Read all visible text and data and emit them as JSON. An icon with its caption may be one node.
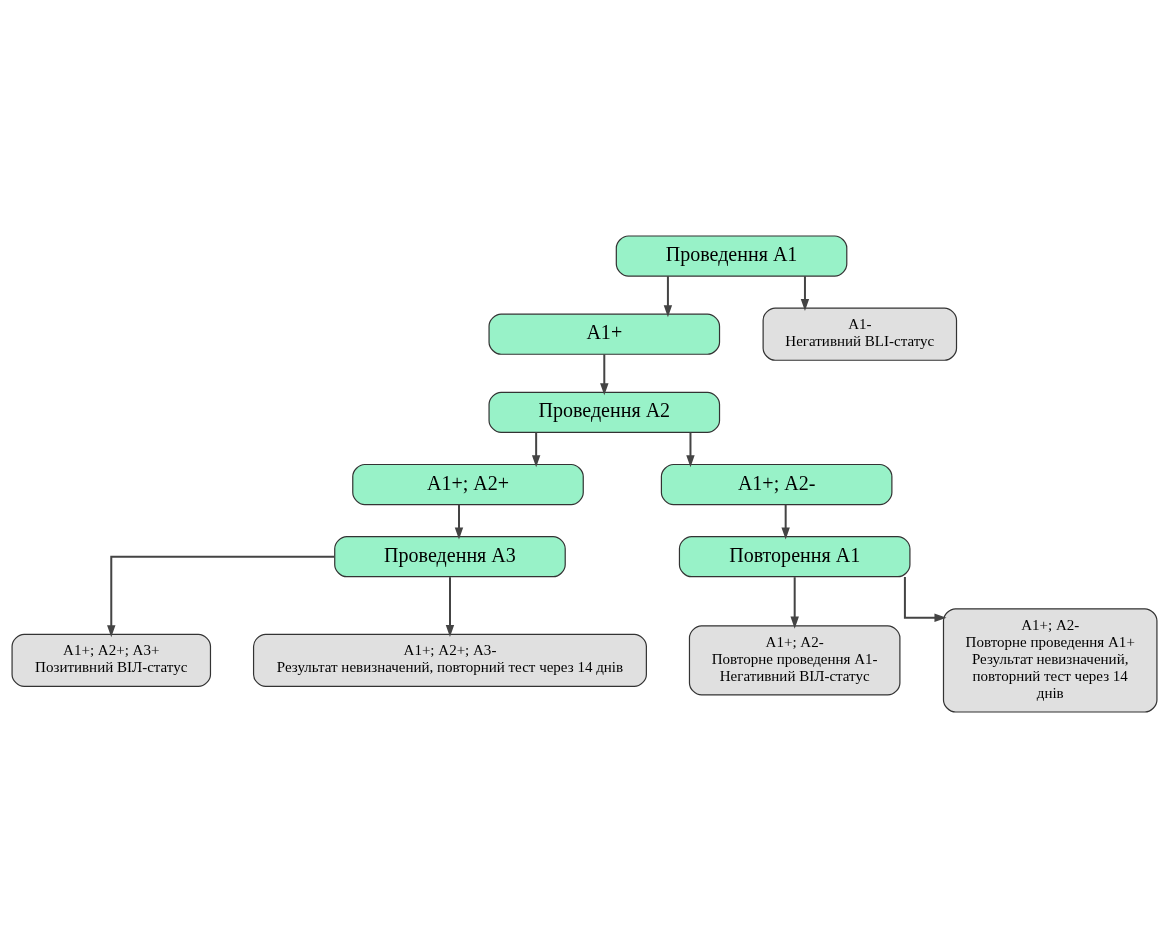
{
  "diagram": {
    "nodes": [
      {
        "text": [
          "Проведення А1"
        ]
      },
      {
        "text": [
          "А1+"
        ]
      },
      {
        "text": [
          "А1-",
          "Негативний BLI-статус"
        ]
      },
      {
        "text": [
          "Проведення А2"
        ]
      },
      {
        "text": [
          "А1+; А2+"
        ]
      },
      {
        "text": [
          "А1+; А2-"
        ]
      },
      {
        "text": [
          "Повторення А1"
        ]
      },
      {
        "text": [
          "Проведення А3"
        ]
      },
      {
        "text": [
          "А1+; А2-",
          "Повторне проведення А1-",
          "Негативний ВІЛ-статус"
        ]
      },
      {
        "text": [
          "А1+; А2-",
          "Повторне проведення А1+",
          "Результат невизначений, повторний тест через 14 днів"
        ]
      },
      {
        "text": [
          "А1+; А2+; А3+",
          "Позитивний ВІЛ-статус"
        ]
      },
      {
        "text": [
          "А1+; А2+; А3-",
          "Результат невизначений, повторний тест через 14 днів"
        ]
      }
    ],
    "edges": [
      {
        "from": 0,
        "to": 1,
        "arrow": "to"
      },
      {
        "from": 0,
        "to": 2,
        "arrow": "to"
      },
      {
        "from": 1,
        "to": 3,
        "arrow": "to"
      },
      {
        "from": 3,
        "to": 4,
        "arrow": "to"
      },
      {
        "from": 3,
        "to": 5,
        "arrow": "to"
      },
      {
        "from": 5,
        "to": 6,
        "arrow": "to"
      },
      {
        "from": 4,
        "to": 7,
        "arrow": "to"
      },
      {
        "from": 6,
        "to": 8,
        "arrow": "to"
      },
      {
        "from": 6,
        "to": 9,
        "arrow": "to"
      },
      {
        "from": 7,
        "to": 10,
        "arrow": "to"
      },
      {
        "from": 7,
        "to": 11,
        "arrow": "to"
      }
    ]
  }
}
